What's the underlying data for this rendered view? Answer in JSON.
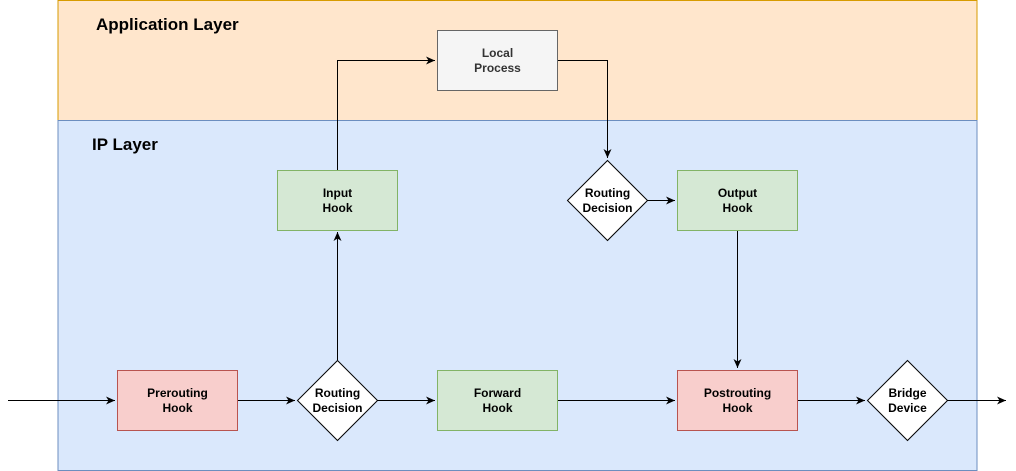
{
  "layers": {
    "application": {
      "label": "Application Layer",
      "fill": "#ffe6cc",
      "stroke": "#d79b00"
    },
    "ip": {
      "label": "IP Layer",
      "fill": "#dae8fc",
      "stroke": "#6c8ebf"
    }
  },
  "nodes": {
    "local_process": {
      "line1": "Local",
      "line2": "Process",
      "fill": "#f5f5f5",
      "stroke": "#666666",
      "text_color": "#333333"
    },
    "input_hook": {
      "line1": "Input",
      "line2": "Hook",
      "fill": "#d5e8d4",
      "stroke": "#82b366"
    },
    "routing_decision_top": {
      "line1": "Routing",
      "line2": "Decision",
      "fill": "#ffffff",
      "stroke": "#000000"
    },
    "output_hook": {
      "line1": "Output",
      "line2": "Hook",
      "fill": "#d5e8d4",
      "stroke": "#82b366"
    },
    "prerouting_hook": {
      "line1": "Prerouting",
      "line2": "Hook",
      "fill": "#f8cecc",
      "stroke": "#b85450"
    },
    "routing_decision_bottom": {
      "line1": "Routing",
      "line2": "Decision",
      "fill": "#ffffff",
      "stroke": "#000000"
    },
    "forward_hook": {
      "line1": "Forward",
      "line2": "Hook",
      "fill": "#d5e8d4",
      "stroke": "#82b366"
    },
    "postrouting_hook": {
      "line1": "Postrouting",
      "line2": "Hook",
      "fill": "#f8cecc",
      "stroke": "#b85450"
    },
    "bridge_device": {
      "line1": "Bridge",
      "line2": "Device",
      "fill": "#ffffff",
      "stroke": "#000000"
    }
  }
}
